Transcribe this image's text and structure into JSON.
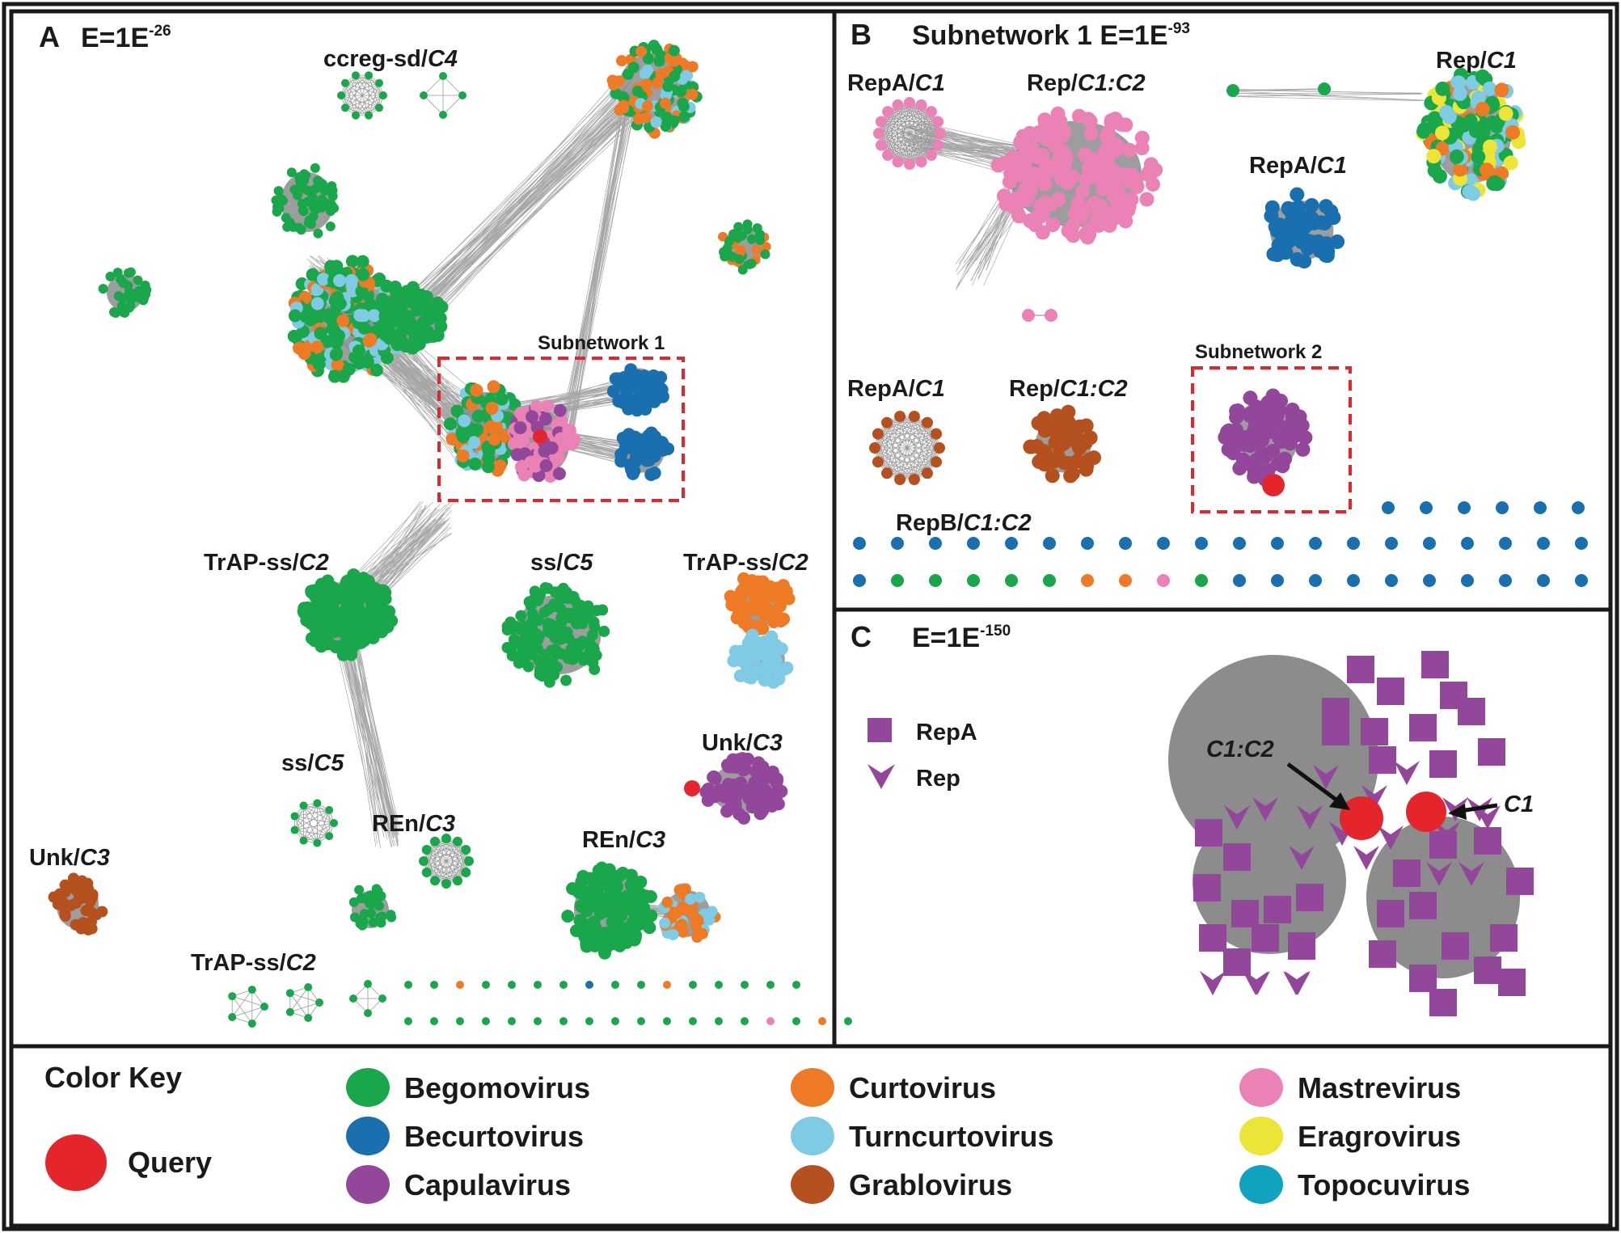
{
  "panels": {
    "A": {
      "letter": "A",
      "title_prefix": "E=1E",
      "title_exp": "-26",
      "subnetwork_label": "Subnetwork 1",
      "clusters": [
        {
          "pre": "ccreg-sd/",
          "it": "C4"
        },
        {
          "pre": "TrAP-ss/",
          "it": "C2"
        },
        {
          "pre": "ss/",
          "it": "C5"
        },
        {
          "pre": "TrAP-ss/",
          "it": "C2"
        },
        {
          "pre": "Unk/",
          "it": "C3"
        },
        {
          "pre": "ss/",
          "it": "C5"
        },
        {
          "pre": "REn/",
          "it": "C3"
        },
        {
          "pre": "REn/",
          "it": "C3"
        },
        {
          "pre": "Unk/",
          "it": "C3"
        },
        {
          "pre": "TrAP-ss/",
          "it": "C2"
        }
      ]
    },
    "B": {
      "letter": "B",
      "title_prefix": "Subnetwork 1 E=1E",
      "title_exp": "-93",
      "subnetwork_label": "Subnetwork 2",
      "clusters": [
        {
          "pre": "RepA/",
          "it": "C1"
        },
        {
          "pre": "Rep/",
          "it": "C1:C2"
        },
        {
          "pre": "Rep/",
          "it": "C1"
        },
        {
          "pre": "RepA/",
          "it": "C1"
        },
        {
          "pre": "RepA/",
          "it": "C1"
        },
        {
          "pre": "Rep/",
          "it": "C1:C2"
        },
        {
          "pre": "RepB/",
          "it": "C1:C2"
        }
      ]
    },
    "C": {
      "letter": "C",
      "title_prefix": "E=1E",
      "title_exp": "-150",
      "legend": [
        "RepA",
        "Rep"
      ],
      "arrow_labels": [
        "C1:C2",
        "C1"
      ]
    }
  },
  "color_key": {
    "title": "Color Key",
    "query_label": "Query",
    "items": [
      {
        "name": "Begomovirus",
        "color": "#1aa64a"
      },
      {
        "name": "Becurtovirus",
        "color": "#1a6faf"
      },
      {
        "name": "Capulavirus",
        "color": "#93479a"
      },
      {
        "name": "Curtovirus",
        "color": "#ee7a25"
      },
      {
        "name": "Turncurtovirus",
        "color": "#7fcbe3"
      },
      {
        "name": "Grablovirus",
        "color": "#b5501f"
      },
      {
        "name": "Mastrevirus",
        "color": "#ea82b6"
      },
      {
        "name": "Eragrovirus",
        "color": "#ece537"
      },
      {
        "name": "Topocuvirus",
        "color": "#10a3c0"
      }
    ],
    "query_color": "#e4262c"
  }
}
